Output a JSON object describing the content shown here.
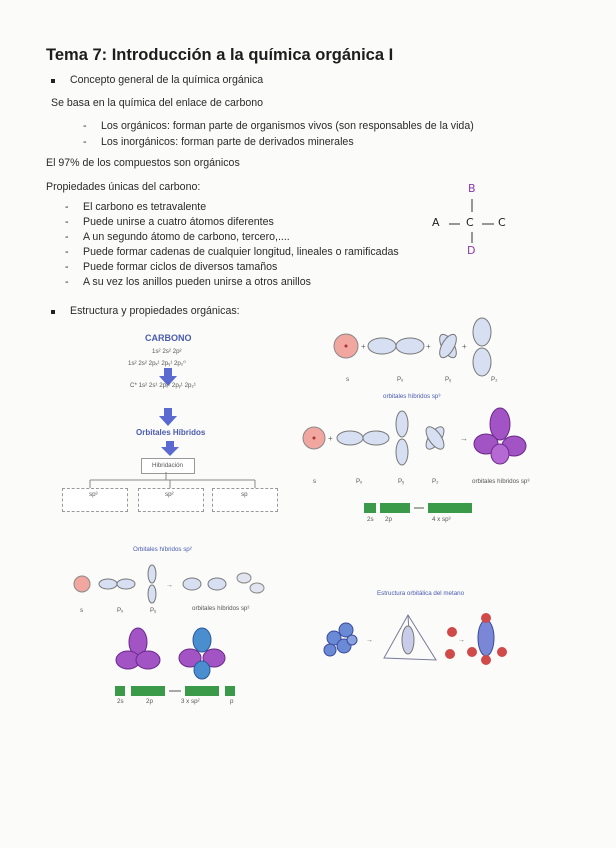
{
  "title": "Tema 7: Introducción a la química orgánica I",
  "intro": {
    "bullet": "Concepto general de la química orgánica",
    "line": "Se basa en la química del enlace de carbono",
    "items": [
      "Los orgánicos: forman parte de organismos vivos (son responsables de la vida)",
      "Los inorgánicos: forman parte de derivados minerales"
    ],
    "percent": "El 97% de los compuestos son orgánicos",
    "props_title": "Propiedades únicas del carbono:",
    "props": [
      "El carbono es tetravalente",
      "Puede unirse a cuatro átomos diferentes",
      "A un segundo átomo de carbono, tercero,....",
      "Puede formar cadenas de cualquier longitud, lineales o ramificadas",
      "Puede formar ciclos de diversos tamaños",
      "A su vez los anillos pueden unirse a otros anillos"
    ]
  },
  "handwritten": {
    "top": "B",
    "left": "A",
    "center": "C",
    "right": "C",
    "bottom": "D"
  },
  "structure": {
    "bullet": "Estructura y propiedades orgánicas:",
    "carbono": {
      "title": "CARBONO",
      "config1": "1s² 2s² 2p²",
      "config2": "1s² 2s² 2pₓ¹ 2pᵧ¹ 2p₂⁰",
      "config3": "C* 1s² 2s¹ 2pₓ¹ 2pᵧ¹ 2p₂¹",
      "orbitales": "Orbitales Híbridos",
      "hibridacion": "Hibridación",
      "sp3": "sp³",
      "sp2": "sp²",
      "sp": "sp"
    },
    "labels": {
      "s": "s",
      "px": "Pₓ",
      "py": "Pᵧ",
      "pz": "P₂",
      "hibridos_sp3": "orbitales híbridos sp³",
      "hibridos_sp2_top": "Orbitales híbridos sp²",
      "hibridos_sp2": "orbitales híbridos sp²",
      "metano": "Estructura orbitálica del metano",
      "box_2s": "2s",
      "box_2p": "2p",
      "box_4sp3": "4 x sp³",
      "box_3sp2": "3 x sp²",
      "box_p": "p"
    },
    "colors": {
      "s_orbital": "#f0a0a0",
      "p_orbital": "#c8d8f0",
      "hybrid": "#9a4ab8",
      "green": "#3a9a4a"
    }
  }
}
